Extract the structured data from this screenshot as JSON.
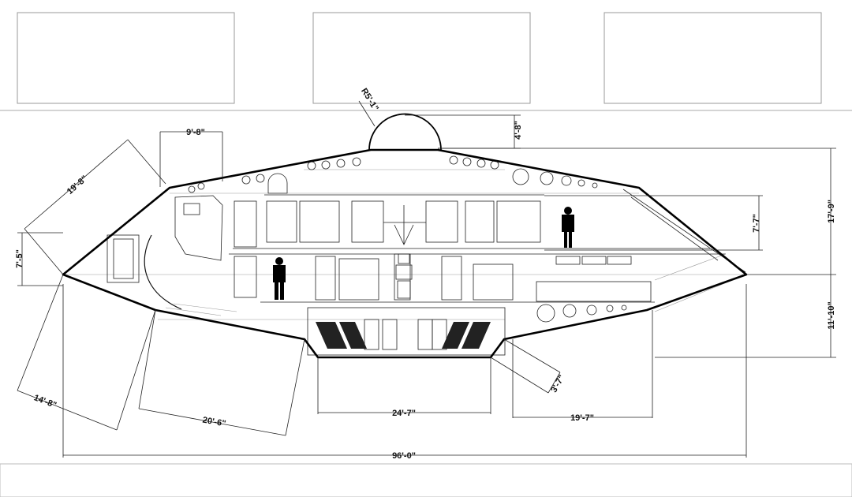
{
  "drawing": {
    "dimensions": {
      "top_module_width": "9'-8\"",
      "dome_radius": "R5'-1\"",
      "dome_height": "4'-8\"",
      "upper_nose_edge": "19'-8\"",
      "nose_height": "7'-5\"",
      "upper_deck_height": "7'-7\"",
      "upper_hull_height": "17'-9\"",
      "lower_hull_height": "11'-10\"",
      "lower_nose_edge": "14'-8\"",
      "lower_left_edge": "20'-6\"",
      "bottom_flat_width": "24'-7\"",
      "lower_right_step": "3'-7\"",
      "lower_right_edge": "19'-7\"",
      "overall_length": "96'-0\""
    }
  }
}
